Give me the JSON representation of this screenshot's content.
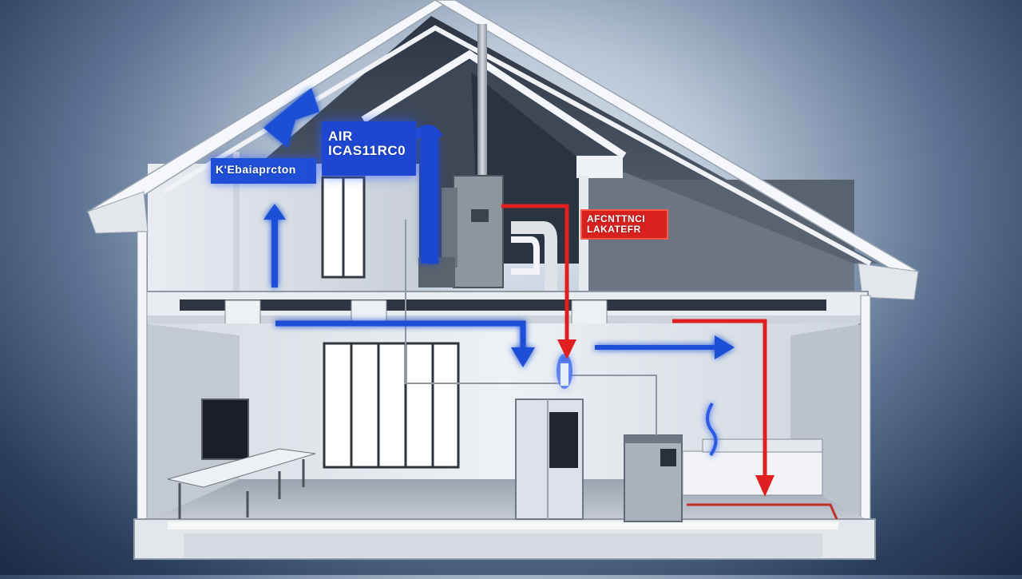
{
  "labels": {
    "left_sign": "K'Ebaiaprcton",
    "air_sign_line1": "AIR",
    "air_sign_line2": "ICAS11RC0",
    "red_sign_line1": "AFCNTTNCI",
    "red_sign_line2": "LAKATEFR"
  },
  "colors": {
    "cold_air": "#1f4fd6",
    "warm_air": "#e02020",
    "walls": "#f2f4f7",
    "background": "#2a3e5c"
  }
}
